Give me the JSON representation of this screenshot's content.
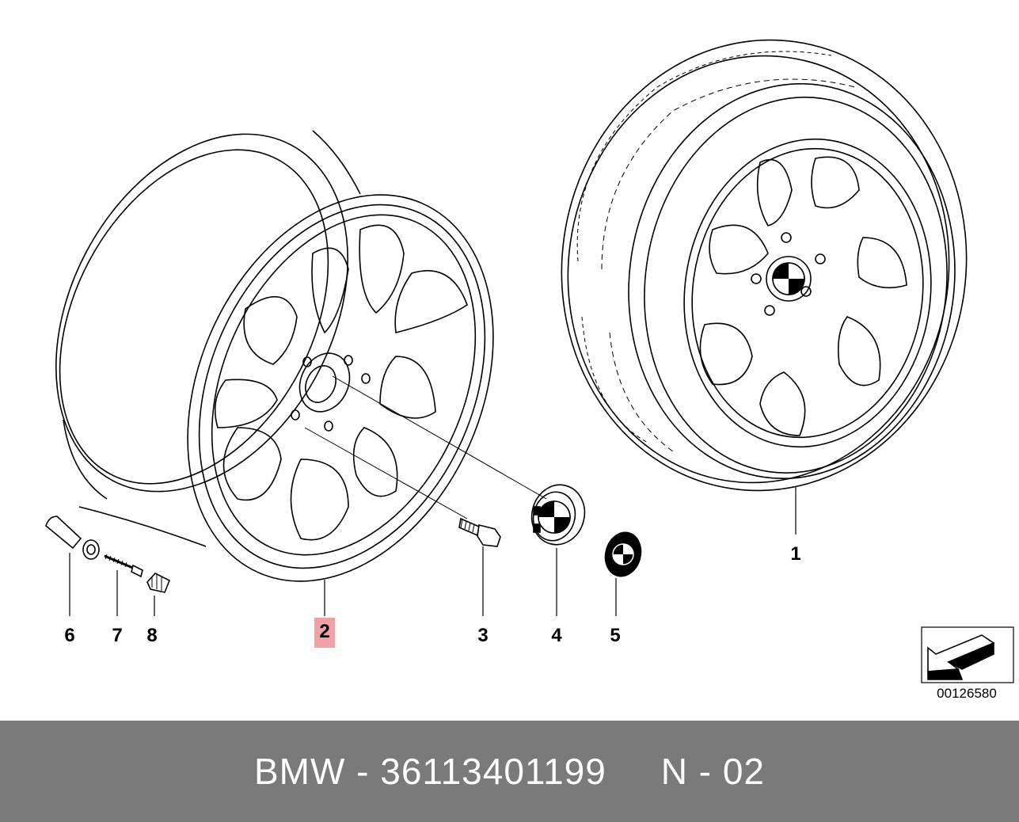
{
  "callouts": {
    "c1": "1",
    "c2": "2",
    "c3": "3",
    "c4": "4",
    "c5": "5",
    "c6": "6",
    "c7": "7",
    "c8": "8"
  },
  "highlight_color": "#f2a0a4",
  "footer_color": "#7a7a7a",
  "diagram_ref": "00126580",
  "footer_text": "BMW - 36113401199     N - 02",
  "icons": [
    "wheel-rim-drawing",
    "complete-wheel-drawing",
    "wheel-bolt-icon",
    "hub-cap-icon",
    "emblem-icon",
    "valve-icon",
    "valve-core-icon",
    "valve-cap-icon",
    "orientation-arrow-icon"
  ]
}
